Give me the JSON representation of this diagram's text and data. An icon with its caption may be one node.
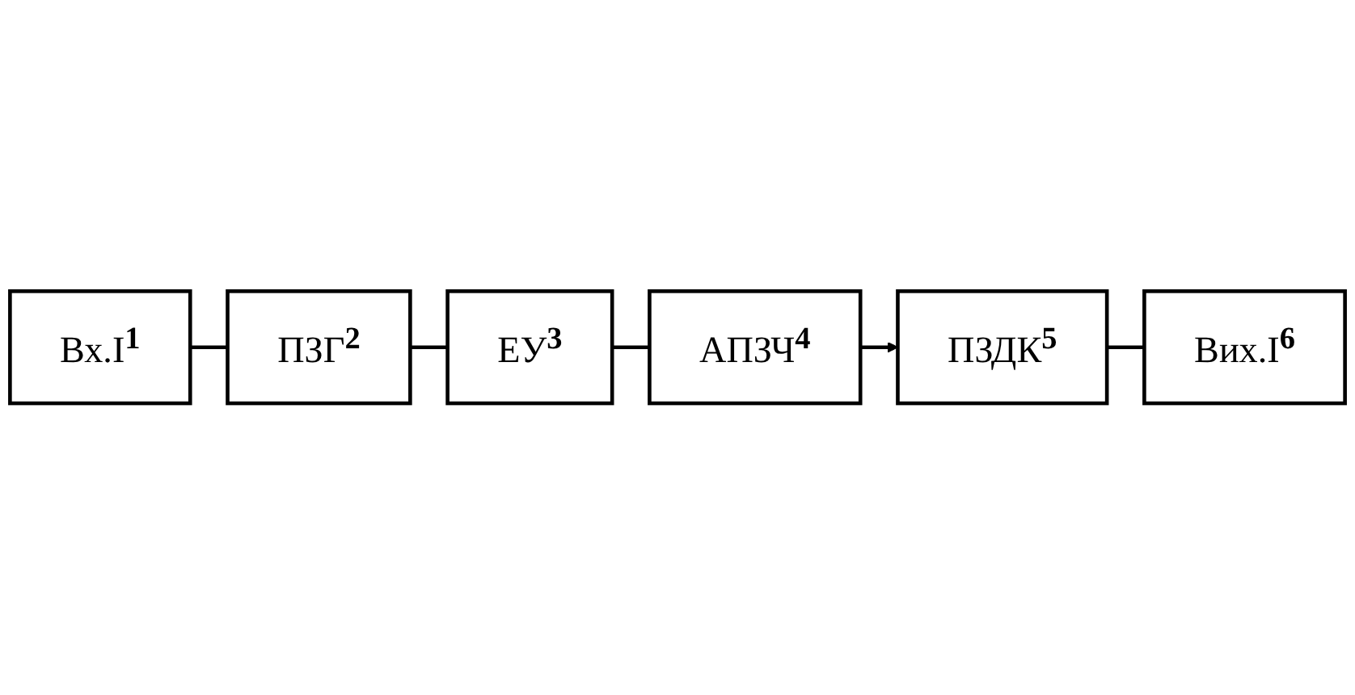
{
  "diagram": {
    "nodes": [
      {
        "text": [
          "Вх.І",
          "1"
        ]
      },
      {
        "text": [
          "ПЗГ",
          "2"
        ]
      },
      {
        "text": [
          "ЕУ",
          "3"
        ]
      },
      {
        "text": [
          "АПЗЧ",
          "4"
        ]
      },
      {
        "text": [
          "ПЗДК",
          "5"
        ]
      },
      {
        "text": [
          "Вих.І",
          "6"
        ]
      }
    ],
    "edges": [
      {
        "from": 0,
        "to": 1,
        "arrow": "none"
      },
      {
        "from": 1,
        "to": 2,
        "arrow": "none"
      },
      {
        "from": 2,
        "to": 3,
        "arrow": "none"
      },
      {
        "from": 3,
        "to": 4,
        "arrow": "to"
      },
      {
        "from": 4,
        "to": 5,
        "arrow": "none"
      }
    ]
  }
}
